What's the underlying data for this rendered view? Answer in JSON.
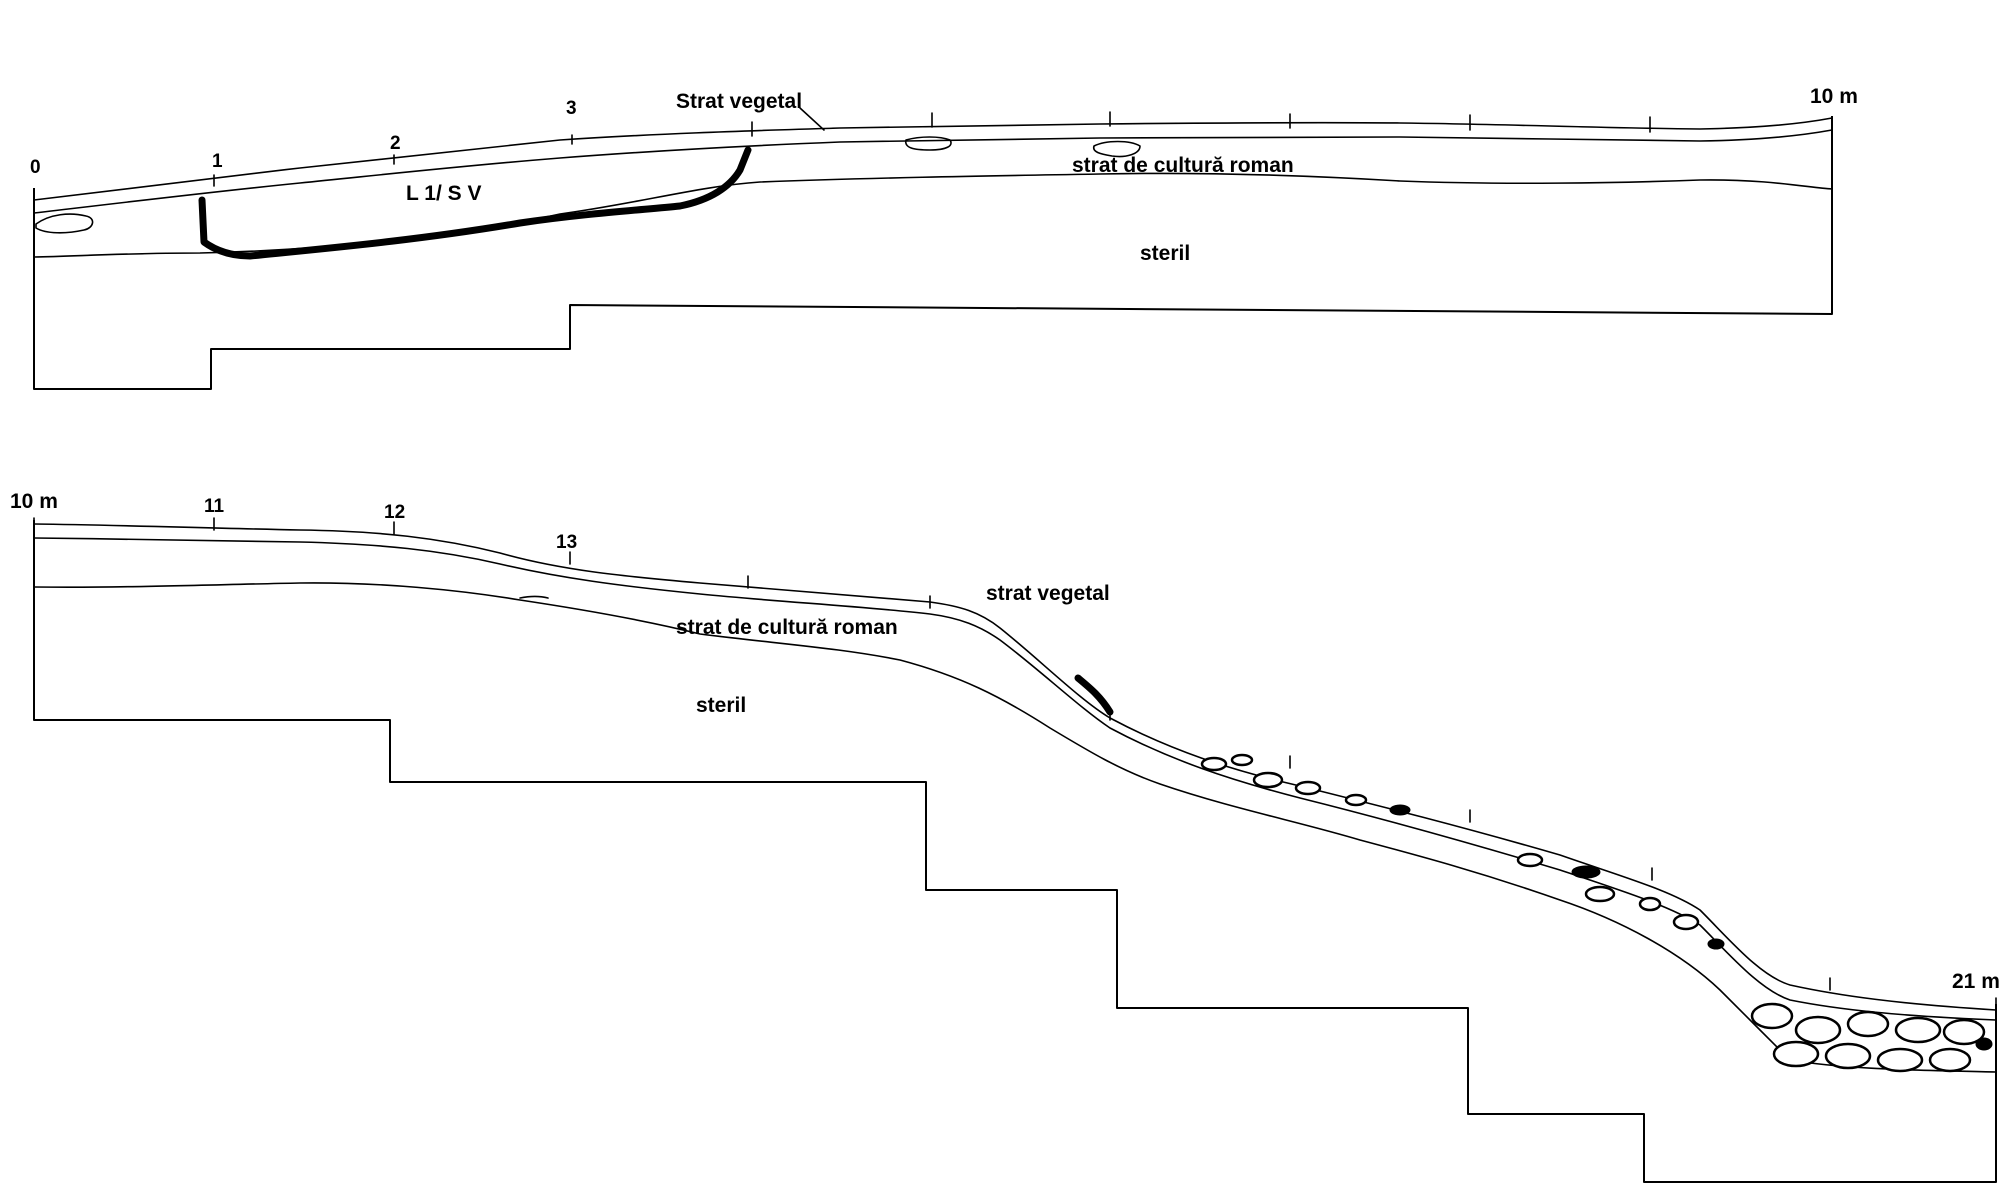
{
  "upper_profile": {
    "start_label": "0",
    "end_label": "10 m",
    "ticks": [
      "1",
      "2",
      "3"
    ],
    "layers": {
      "vegetal": "Strat vegetal",
      "culture": "strat de cultură roman",
      "sterile": "steril"
    },
    "feature": "L 1/ S V"
  },
  "lower_profile": {
    "start_label": "10 m",
    "end_label": "21 m",
    "ticks": [
      "11",
      "12",
      "13"
    ],
    "layers": {
      "vegetal": "strat vegetal",
      "culture": "strat de  cultură roman",
      "sterile": "steril"
    }
  },
  "colors": {
    "ink": "#000000",
    "paper": "#ffffff"
  }
}
